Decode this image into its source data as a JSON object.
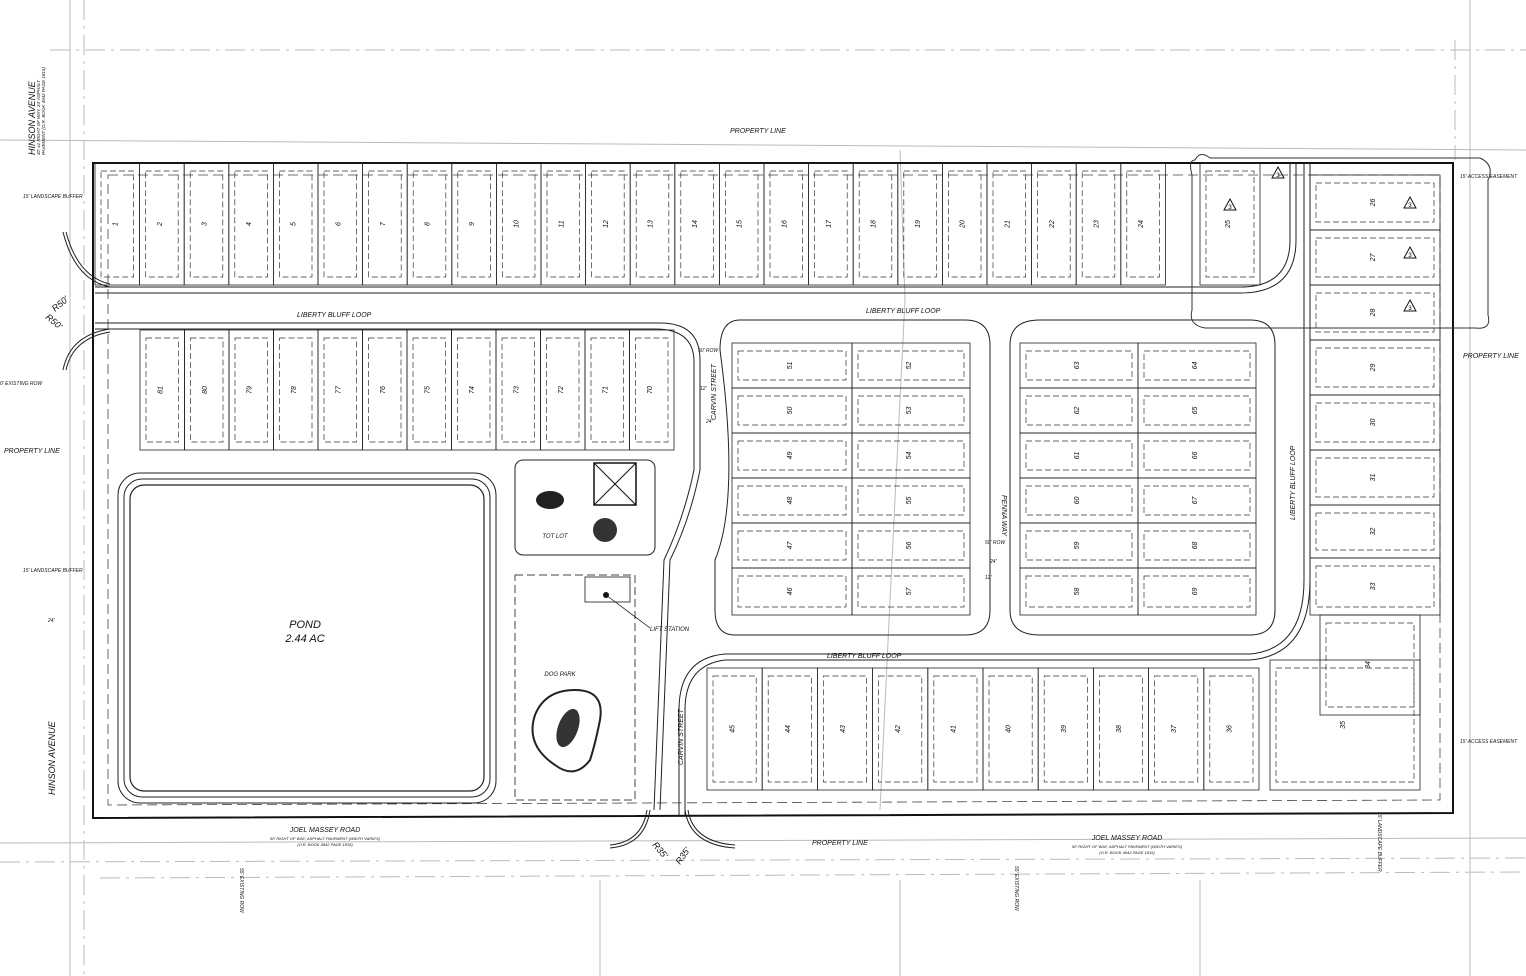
{
  "labels": {
    "hinson_top": "HINSON AVENUE",
    "hinson_top_sub1": "40' ±1 RIGHT OF WAY, 24' ASPHALT",
    "hinson_top_sub2": "PAVEMENT (O.R. BOOK 4942 PAGE 1815)",
    "hinson_bottom": "HINSON AVENUE",
    "property_line_top": "PROPERTY LINE",
    "property_line_left": "PROPERTY LINE",
    "property_line_right": "PROPERTY LINE",
    "property_line_bottom": "PROPERTY LINE",
    "landscape_buffer_top": "15' LANDSCAPE BUFFER",
    "landscape_buffer_mid": "15' LANDSCAPE BUFFER",
    "landscape_buffer_bottom": "15' LANDSCAPE BUFFER",
    "existing_row_left": "0' EXISTING ROW",
    "existing_row_bottom_left": "55' EXISTING ROW",
    "existing_row_bottom_mid": "55' EXISTING ROW",
    "access_easement_top": "15' ACCESS EASEMENT",
    "access_easement_bottom": "15' ACCESS EASEMENT",
    "r50_a": "R50'",
    "r50_b": "R50'",
    "r35_a": "R35'",
    "r35_b": "R35'",
    "liberty_top_left": "LIBERTY BLUFF LOOP",
    "liberty_top_right": "LIBERTY BLUFF LOOP",
    "liberty_right": "LIBERTY BLUFF LOOP",
    "liberty_bottom": "LIBERTY BLUFF LOOP",
    "carvin_top": "CARVIN STREET",
    "carvin_bottom": "CARVIN STREET",
    "penna": "PENNA WAY",
    "row50_a": "50' ROW",
    "row50_b": "50' ROW",
    "dim24_a": "24'",
    "dim24_b": "24'",
    "dim24_c": "24'",
    "dim12_a": "12'",
    "dim12_b": "12'",
    "pond": "POND",
    "pond_area": "2.44 AC",
    "tot_lot": "TOT LOT",
    "dog_park": "DOG PARK",
    "lift_station": "LIFT STATION",
    "joel_left": "JOEL MASSEY ROAD",
    "joel_left_sub1": "50' RIGHT OF WAY, ASPHALT PAVEMENT (WIDTH VARIES)",
    "joel_left_sub2": "(O.R. BOOK 4942 PAGE 1815)",
    "joel_right": "JOEL MASSEY ROAD",
    "joel_right_sub1": "50' RIGHT OF WAY, ASPHALT PAVEMENT (WIDTH VARIES)",
    "joel_right_sub2": "(O.R. BOOK 4942 PAGE 1815)",
    "revision_mark": "3"
  },
  "lots": {
    "top_row": [
      "1",
      "2",
      "3",
      "4",
      "5",
      "6",
      "7",
      "8",
      "9",
      "10",
      "11",
      "12",
      "13",
      "14",
      "15",
      "16",
      "17",
      "18",
      "19",
      "20",
      "21",
      "22",
      "23",
      "24"
    ],
    "lot25": "25",
    "right_column": [
      "26",
      "27",
      "28",
      "29",
      "30",
      "31",
      "32",
      "33"
    ],
    "lot34": "34",
    "lot35": "35",
    "second_row": [
      "81",
      "80",
      "79",
      "78",
      "77",
      "76",
      "75",
      "74",
      "73",
      "72",
      "71",
      "70"
    ],
    "block_a_left": [
      "51",
      "50",
      "49",
      "48",
      "47",
      "46"
    ],
    "block_a_right": [
      "52",
      "53",
      "54",
      "55",
      "56",
      "57"
    ],
    "block_b_left": [
      "63",
      "62",
      "61",
      "60",
      "59",
      "58"
    ],
    "block_b_right": [
      "64",
      "65",
      "66",
      "67",
      "68",
      "69"
    ],
    "bottom_row": [
      "45",
      "44",
      "43",
      "42",
      "41",
      "40",
      "39",
      "38",
      "37",
      "36"
    ]
  }
}
